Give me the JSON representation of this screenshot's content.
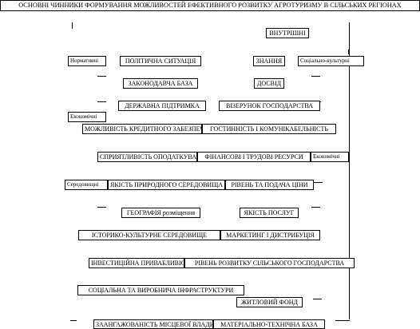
{
  "title": "ОСНОВНІ ЧИННИКИ ФОРМУВАННЯ МОЖЛИВОСТЕЙ ЕФЕКТИВНОГО РОЗВИТКУ АГРОТУРИЗМУ В СІЛЬСЬКИХ РЕГІОНАХ",
  "categories": {
    "internal": "ВНУТРІШНІ",
    "normative": "Нормативні",
    "socio_cultural": "Соціально-культурні",
    "economic_left": "Економічні",
    "economic_right": "Економічні",
    "environmental": "Середовищні"
  },
  "factors": {
    "political": "ПОЛІТИЧНА СИТУАЦІЯ",
    "knowledge": "ЗНАННЯ",
    "legislative": "ЗАКОНОДАВЧА БАЗА",
    "experience": "ДОСВІД",
    "state_support": "ДЕРЖАВНА ПІДТРИМКА",
    "farm_model": "ВІЗЕРУНОК ГОСПОДАРСТВА",
    "credit": "МОЖЛИВІСТЬ КРЕДИТНОГО ЗАБЕЗПЕЧЕННЯ",
    "hospitality": "ГОСТИННІСТЬ І КОМУНІКАБЕЛЬНІСТЬ",
    "taxation": "СПРИЯТЛИВІСТЬ ОПОДАТКУВАННЯ",
    "resources": "ФІНАНСОВІ І ТРУДОВІ РЕСУРСИ",
    "nature": "ЯКІСТЬ ПРИРОДНОГО СЕРЕДОВИЩА",
    "pricing": "РІВЕНЬ ТА ПОДАЧА ЦІНИ",
    "geography": "ГЕОГРАФІЯ розміщення",
    "service_quality": "ЯКІСТЬ ПОСЛУГ",
    "heritage": "ІСТОРИКО-КУЛЬТУРНЕ СЕРЕДОВИЩЕ",
    "marketing": "МАРКЕТИНГ І ДИСТРИБУЦІЯ",
    "investment": "ІНВЕСТИЦІЙНА ПРИВАБЛИВІСТЬ",
    "rural_economy": "РІВЕНЬ РОЗВИТКУ СІЛЬСЬКОГО ГОСПОДАРСТВА",
    "infrastructure": "СОЦІАЛЬНА ТА ВИРОБНИЧА ІНФРАСТРУКТУРИ",
    "housing": "ЖИТЛОВИЙ ФОНД",
    "local_engagement": "ЗААНГАЖОВАНІСТЬ МІСЦЕВОЇ ВЛАДИ",
    "material_base": "МАТЕРІАЛЬНО-ТЕХНІЧНА БАЗА"
  }
}
